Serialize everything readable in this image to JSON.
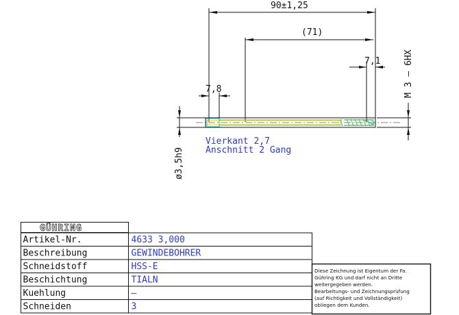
{
  "drawing": {
    "dim_total_length": "90±1,25",
    "dim_shank_length": "(71)",
    "dim_thread_length": "7,1",
    "dim_square_length": "7,8",
    "dim_thread_size": "M 3 – 6HX",
    "dim_shank_diameter": "ø3,5h9",
    "note_square": "Vierkant 2,7",
    "note_chamfer": "Anschnitt 2 Gang"
  },
  "title_block": {
    "brand": "GÜHRING",
    "rows": [
      {
        "label": "Artikel-Nr.",
        "value": "4633 3,000"
      },
      {
        "label": "Beschreibung",
        "value": "GEWINDEBOHRER"
      },
      {
        "label": "Schneidstoff",
        "value": "HSS-E"
      },
      {
        "label": "Beschichtung",
        "value": "TIALN"
      },
      {
        "label": "Kuehlung",
        "value": "—"
      },
      {
        "label": "Schneiden",
        "value": "3"
      }
    ],
    "disclaimer_lines": [
      "Diese Zeichnung ist Eigentum der Fa.",
      "Gühring KG und darf nicht an Dritte",
      "weitergegeben werden.",
      "Bearbeitungs- und Zeichnungsprüfung",
      "(auf Richtigkeit und Vollständigkeit)",
      "obliegen dem Kunden."
    ]
  },
  "colors": {
    "line": "#111111",
    "text_blue": "#2a3bd0",
    "cyan": "#19b8c8",
    "yellow": "#e8d000",
    "green": "#1aa82a"
  }
}
